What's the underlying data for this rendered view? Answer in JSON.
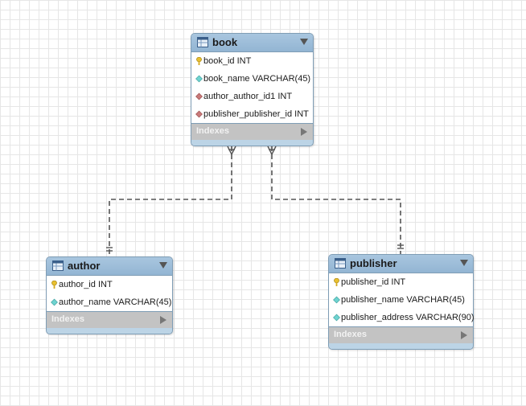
{
  "diagram": {
    "type": "entity-relationship",
    "tables": {
      "book": {
        "name": "book",
        "columns": [
          {
            "name": "book_id",
            "type": "INT",
            "key": "primary",
            "icon": "primary-key-icon"
          },
          {
            "name": "book_name",
            "type": "VARCHAR(45)",
            "key": "none",
            "icon": "column-icon"
          },
          {
            "name": "author_author_id1",
            "type": "INT",
            "key": "foreign",
            "icon": "foreign-key-icon"
          },
          {
            "name": "publisher_publisher_id",
            "type": "INT",
            "key": "foreign",
            "icon": "foreign-key-icon"
          }
        ],
        "indexes_label": "Indexes"
      },
      "author": {
        "name": "author",
        "columns": [
          {
            "name": "author_id",
            "type": "INT",
            "key": "primary",
            "icon": "primary-key-icon"
          },
          {
            "name": "author_name",
            "type": "VARCHAR(45)",
            "key": "none",
            "icon": "column-icon"
          }
        ],
        "indexes_label": "Indexes"
      },
      "publisher": {
        "name": "publisher",
        "columns": [
          {
            "name": "publisher_id",
            "type": "INT",
            "key": "primary",
            "icon": "primary-key-icon"
          },
          {
            "name": "publisher_name",
            "type": "VARCHAR(45)",
            "key": "none",
            "icon": "column-icon"
          },
          {
            "name": "publisher_address",
            "type": "VARCHAR(90)",
            "key": "none",
            "icon": "column-icon"
          }
        ],
        "indexes_label": "Indexes"
      }
    },
    "relationships": [
      {
        "from": "author",
        "to": "book",
        "from_cardinality": "one",
        "to_cardinality": "many",
        "identifying": false
      },
      {
        "from": "publisher",
        "to": "book",
        "from_cardinality": "one",
        "to_cardinality": "many",
        "identifying": false
      }
    ]
  },
  "colors": {
    "header": "#9bbcd8",
    "entity_border": "#7f9db5",
    "indexes_bar": "#c3c3c3",
    "primary_key": "#e8c030",
    "column_diamond": "#6fd3d0",
    "foreign_key_diamond": "#c97a7a",
    "connector": "#555555"
  }
}
